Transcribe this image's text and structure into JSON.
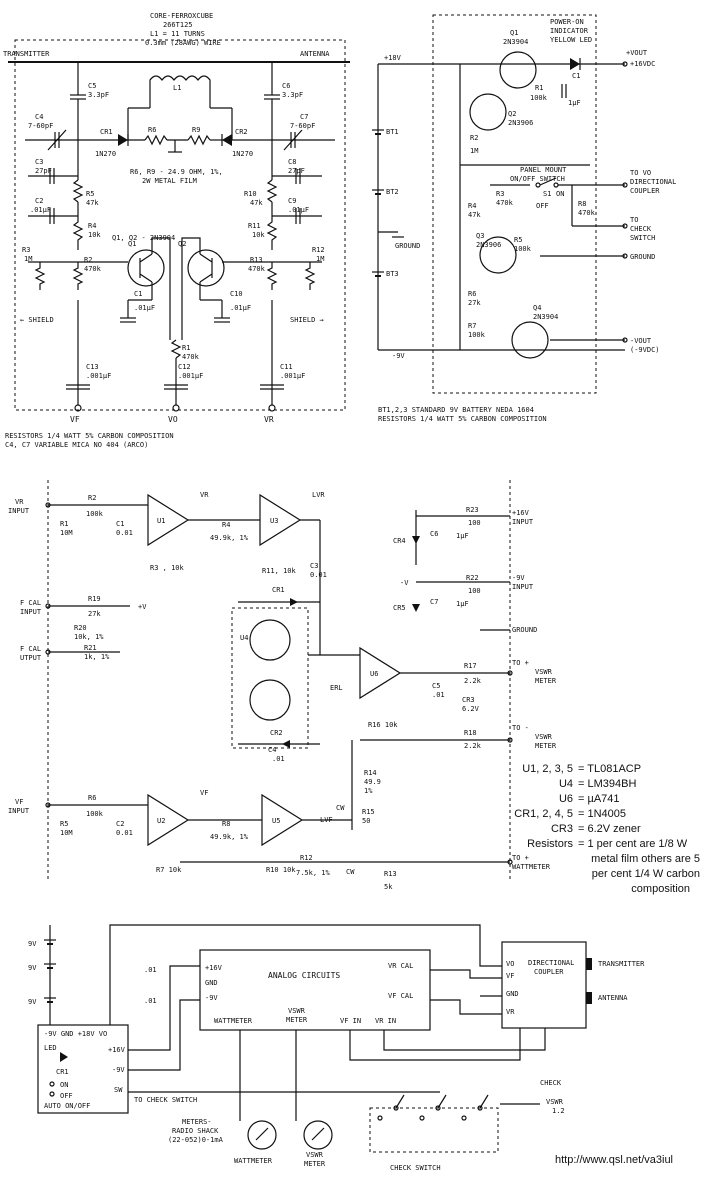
{
  "coupler": {
    "transmitter": "TRANSMITTER",
    "antenna": "ANTENNA",
    "core_lines": [
      "CORE-FERROXCUBE",
      "266T125",
      "L1 = 11 TURNS",
      "0.3mm (28AWG) WIRE"
    ],
    "l1": "L1",
    "c5": [
      "C5",
      "3.3pF"
    ],
    "c6": [
      "C6",
      "3.3pF"
    ],
    "c4": [
      "C4",
      "7-60pF"
    ],
    "c7": [
      "C7",
      "7-60pF"
    ],
    "cr1": [
      "CR1",
      "1N270"
    ],
    "cr2": [
      "CR2",
      "1N270"
    ],
    "r6": "R6",
    "r9": "R9",
    "r6r9_note": [
      "R6, R9 - 24.9 OHM, 1%,",
      "2W METAL FILM"
    ],
    "c3": [
      "C3",
      "27pF"
    ],
    "c8": [
      "C8",
      "27pF"
    ],
    "c2": [
      "C2",
      ".01µF"
    ],
    "c9": [
      "C9",
      ".01µF"
    ],
    "r5": [
      "R5",
      "47k"
    ],
    "r10": [
      "R10",
      "47k"
    ],
    "r4": [
      "R4",
      "10k"
    ],
    "r11": [
      "R11",
      "10k"
    ],
    "transistors": "Q1, Q2 - 2N3904",
    "q1": "Q1",
    "q2": "Q2",
    "r3": [
      "R3",
      "1M"
    ],
    "r12": [
      "R12",
      "1M"
    ],
    "r2": [
      "R2",
      "470k"
    ],
    "r13": [
      "R13",
      "470k"
    ],
    "c1": [
      "C1",
      ".01µF"
    ],
    "c10": [
      "C10",
      ".01µF"
    ],
    "shield_l": "← SHIELD",
    "shield_r": "SHIELD →",
    "r1": [
      "R1",
      "470k"
    ],
    "c13": [
      "C13",
      ".001µF"
    ],
    "c12": [
      "C12",
      ".001µF"
    ],
    "c11": [
      "C11",
      ".001µF"
    ],
    "vf": "VF",
    "vo": "VO",
    "vr": "VR",
    "notes": [
      "RESISTORS 1/4 WATT 5% CARBON COMPOSITION",
      "C4, C7 VARIABLE MICA NO 404 (ARCO)"
    ]
  },
  "supply": {
    "plus18": "+18V",
    "minus9": "-9V",
    "bt1": "BT1",
    "bt2": "BT2",
    "bt3": "BT3",
    "ground": "GROUND",
    "q1": [
      "Q1",
      "2N3904"
    ],
    "q2": [
      "Q2",
      "2N3906"
    ],
    "q3": [
      "Q3",
      "2N3906"
    ],
    "q4": [
      "Q4",
      "2N3904"
    ],
    "led": [
      "POWER-ON",
      "INDICATOR",
      "YELLOW LED"
    ],
    "r1": [
      "R1",
      "100k"
    ],
    "c1": [
      "C1",
      "1µF"
    ],
    "r2": [
      "R2",
      "1M"
    ],
    "panel": [
      "PANEL MOUNT",
      "ON/OFF SWITCH"
    ],
    "r3": [
      "R3",
      "470k"
    ],
    "s1": "S1",
    "on": "ON",
    "off": "OFF",
    "r4": [
      "R4",
      "47k"
    ],
    "r5": [
      "R5",
      "100k"
    ],
    "r6": [
      "R6",
      "27k"
    ],
    "r7": [
      "R7",
      "100k"
    ],
    "r8": [
      "R8",
      "470k"
    ],
    "vout_p": [
      "+VOUT",
      "+16VDC"
    ],
    "to_vo": [
      "TO VO",
      "DIRECTIONAL",
      "COUPLER"
    ],
    "to_check": [
      "TO",
      "CHECK",
      "SWITCH"
    ],
    "gnd": "GROUND",
    "vout_n": [
      "-VOUT",
      "(-9VDC)"
    ],
    "notes": [
      "BT1,2,3  STANDARD 9V BATTERY NEDA 1604",
      "RESISTORS 1/4 WATT 5% CARBON COMPOSITION"
    ]
  },
  "analog": {
    "vr_in": [
      "VR",
      "INPUT"
    ],
    "r1": [
      "R1",
      "10M"
    ],
    "r2": [
      "R2",
      "100k"
    ],
    "c1": [
      "C1",
      "0.01"
    ],
    "u1": "U1",
    "r3": "R3 , 10k",
    "vr": "VR",
    "r4": [
      "R4",
      "49.9k, 1%"
    ],
    "u3": "U3",
    "lvr": "LVR",
    "r11": "R11, 10k",
    "c3": [
      "C3",
      "0.01"
    ],
    "fcal_in": [
      "F CAL",
      "INPUT"
    ],
    "r19": [
      "R19",
      "27k"
    ],
    "plusv": "+V",
    "minusv": "-V",
    "r20": [
      "R20",
      "10k, 1%"
    ],
    "fcal_out": [
      "F CAL",
      "UTPUT"
    ],
    "r21": [
      "R21",
      "1k, 1%"
    ],
    "cr1": "CR1",
    "u4": "U4",
    "erl": "ERL",
    "u6": "U6",
    "c5": [
      "C5",
      ".01"
    ],
    "cr3": [
      "CR3",
      "6.2V"
    ],
    "r16": "R16  10k",
    "r17": [
      "R17",
      "2.2k"
    ],
    "r18": [
      "R18",
      "2.2k"
    ],
    "to_vswr_p": [
      "TO +",
      "VSWR",
      "METER"
    ],
    "to_vswr_n": [
      "TO -",
      "VSWR",
      "METER"
    ],
    "cr2": "CR2",
    "c4": [
      "C4",
      ".01"
    ],
    "vf_in": [
      "VF",
      "INPUT"
    ],
    "r5": [
      "R5",
      "10M"
    ],
    "r6": [
      "R6",
      "100k"
    ],
    "c2": [
      "C2",
      "0.01"
    ],
    "u2": "U2",
    "r7": "R7  10k",
    "vf": "VF",
    "r8": [
      "R8",
      "49.9k, 1%"
    ],
    "u5": "U5",
    "lvf": "LVF",
    "r10": "R10  10k",
    "r14": [
      "R14",
      "49.9",
      "1%"
    ],
    "cw": "CW",
    "r15": [
      "R15",
      "50"
    ],
    "r12": [
      "R12",
      "7.5k, 1%"
    ],
    "r13": [
      "R13",
      "5k"
    ],
    "to_watt": [
      "TO +",
      "WATTMETER"
    ],
    "cr4": "CR4",
    "c6": [
      "C6",
      "1µF"
    ],
    "r23": [
      "R23",
      "100"
    ],
    "plus16_in": [
      "+16V",
      "INPUT"
    ],
    "cr5": "CR5",
    "c7": [
      "C7",
      "1µF"
    ],
    "r22": [
      "R22",
      "100"
    ],
    "minus9_in": [
      "-9V",
      "INPUT"
    ],
    "ground": "GROUND",
    "parts": [
      [
        "U1, 2, 3, 5",
        "= TL081ACP"
      ],
      [
        "U4",
        "= LM394BH"
      ],
      [
        "U6",
        "= µA741"
      ],
      [
        "CR1, 2, 4, 5",
        "= 1N4005"
      ],
      [
        "CR3",
        "= 6.2V zener"
      ],
      [
        "Resistors",
        "= 1 per cent are 1/8 W"
      ]
    ],
    "resistor_note": [
      "metal film others are 5",
      "per cent 1/4 W carbon",
      "composition"
    ]
  },
  "system": {
    "batt": "9V",
    "power_box": [
      "-9V GND +18V VO",
      "LED",
      "CR1",
      "ON",
      "OFF",
      "AUTO ON/OFF"
    ],
    "pins_right": [
      "+16V",
      "-9V",
      "SW"
    ],
    "to_check": "TO CHECK SWITCH",
    "analog": "ANALOG CIRCUITS",
    "caps": [
      ".01",
      ".01"
    ],
    "analog_left": [
      "+16V",
      "GND",
      "-9V"
    ],
    "analog_right": [
      "VR CAL",
      "VF CAL"
    ],
    "analog_bottom": [
      "WATTMETER",
      "VSWR",
      "METER",
      "VF IN",
      "VR IN"
    ],
    "coupler": [
      "DIRECTIONAL",
      "COUPLER"
    ],
    "coupler_pins": [
      "VO",
      "VF",
      "GND",
      "VR"
    ],
    "tx": "TRANSMITTER",
    "ant": "ANTENNA",
    "meters": [
      "METERS-",
      "RADIO SHACK",
      "(22-052)0-1mA"
    ],
    "wattmeter": "WATTMETER",
    "vswr_meter": [
      "VSWR",
      "METER"
    ],
    "check": "CHECK",
    "vswr_sw": [
      "VSWR",
      "1.2"
    ],
    "check_switch": "CHECK SWITCH",
    "url": "http://www.qsl.net/va3iul"
  }
}
